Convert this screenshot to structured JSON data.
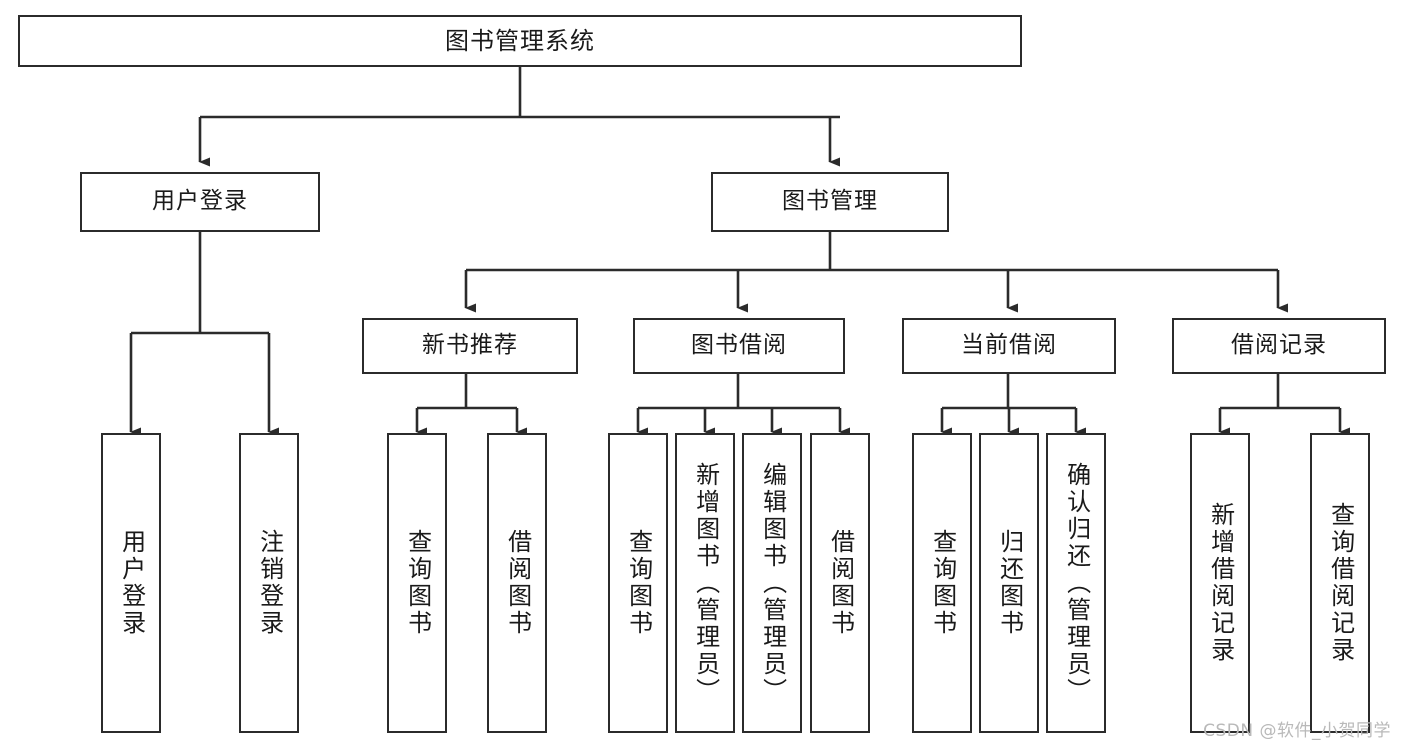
{
  "diagram": {
    "type": "tree",
    "title": "图书管理系统",
    "background_color": "#ffffff",
    "line_color": "#2b2b2b",
    "text_color": "#1a1a1a",
    "watermark": "CSDN @软件_小贺同学"
  },
  "nodes": {
    "root": {
      "label": "图书管理系统",
      "level": 1
    },
    "user_login": {
      "label": "用户登录",
      "level": 2
    },
    "book_manage": {
      "label": "图书管理",
      "level": 2
    },
    "new_book_rec": {
      "label": "新书推荐",
      "level": 3
    },
    "book_borrow": {
      "label": "图书借阅",
      "level": 3
    },
    "current_borrow": {
      "label": "当前借阅",
      "level": 3
    },
    "borrow_record": {
      "label": "借阅记录",
      "level": 3
    },
    "leaf_user_login": {
      "label": "用户登录",
      "level": 4
    },
    "leaf_logout": {
      "label": "注销登录",
      "level": 4
    },
    "leaf_query_book_1": {
      "label": "查询图书",
      "level": 4
    },
    "leaf_borrow_book_1": {
      "label": "借阅图书",
      "level": 4
    },
    "leaf_query_book_2": {
      "label": "查询图书",
      "level": 4
    },
    "leaf_add_book": {
      "label": "新增图书（管理员）",
      "level": 4
    },
    "leaf_edit_book": {
      "label": "编辑图书（管理员）",
      "level": 4
    },
    "leaf_borrow_book_2": {
      "label": "借阅图书",
      "level": 4
    },
    "leaf_query_book_3": {
      "label": "查询图书",
      "level": 4
    },
    "leaf_return_book": {
      "label": "归还图书",
      "level": 4
    },
    "leaf_confirm_return": {
      "label": "确认归还（管理员）",
      "level": 4
    },
    "leaf_add_record": {
      "label": "新增借阅记录",
      "level": 4
    },
    "leaf_query_record": {
      "label": "查询借阅记录",
      "level": 4
    }
  }
}
